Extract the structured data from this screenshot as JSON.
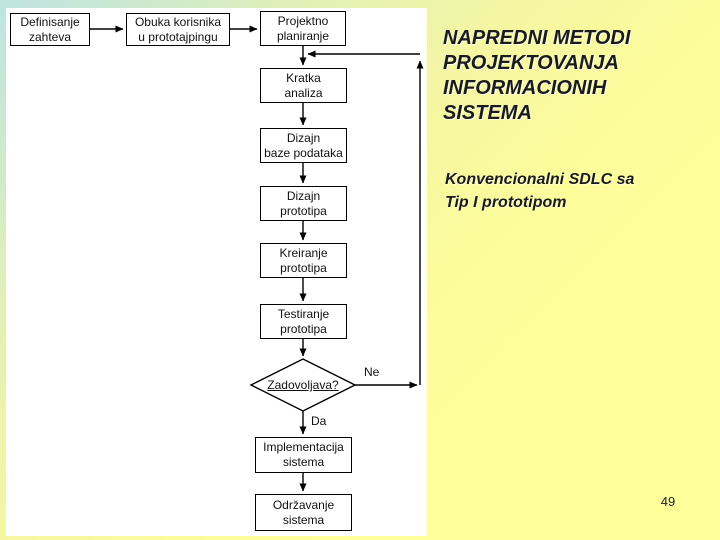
{
  "slide": {
    "title": "NAPREDNI METODI\nPROJEKTOVANJA\nINFORMACIONIH\nSISTEMA",
    "subtitle": "Konvencionalni SDLC sa\nTip I prototipom",
    "page_number": "49",
    "colors": {
      "background_gradient_start": "#bee3e2",
      "background_gradient_end": "#ffff99",
      "canvas_background": "#ffffff",
      "box_border": "#000000",
      "text": "#1b1b1b"
    }
  },
  "flowchart": {
    "boxes": [
      {
        "id": "definisanje-zahteva",
        "label": "Definisanje\nzahteva"
      },
      {
        "id": "obuka-korisnika",
        "label": "Obuka korisnika\nu prototajpingu"
      },
      {
        "id": "projektno-planiranje",
        "label": "Projektno\nplaniranje"
      },
      {
        "id": "kratka-analiza",
        "label": "Kratka\nanaliza"
      },
      {
        "id": "dizajn-baze-podataka",
        "label": "Dizajn\nbaze podataka"
      },
      {
        "id": "dizajn-prototipa",
        "label": "Dizajn\nprototipa"
      },
      {
        "id": "kreiranje-prototipa",
        "label": "Kreiranje\nprototipa"
      },
      {
        "id": "testiranje-prototipa",
        "label": "Testiranje\nprototipa"
      },
      {
        "id": "implementacija-sistema",
        "label": "Implementacija\nsistema"
      },
      {
        "id": "odrzavanje-sistema",
        "label": "Održavanje\nsistema"
      }
    ],
    "decision": {
      "id": "zadovoljava",
      "label": "Zadovoljava?"
    },
    "edge_labels": {
      "no": "Ne",
      "yes": "Da"
    }
  }
}
